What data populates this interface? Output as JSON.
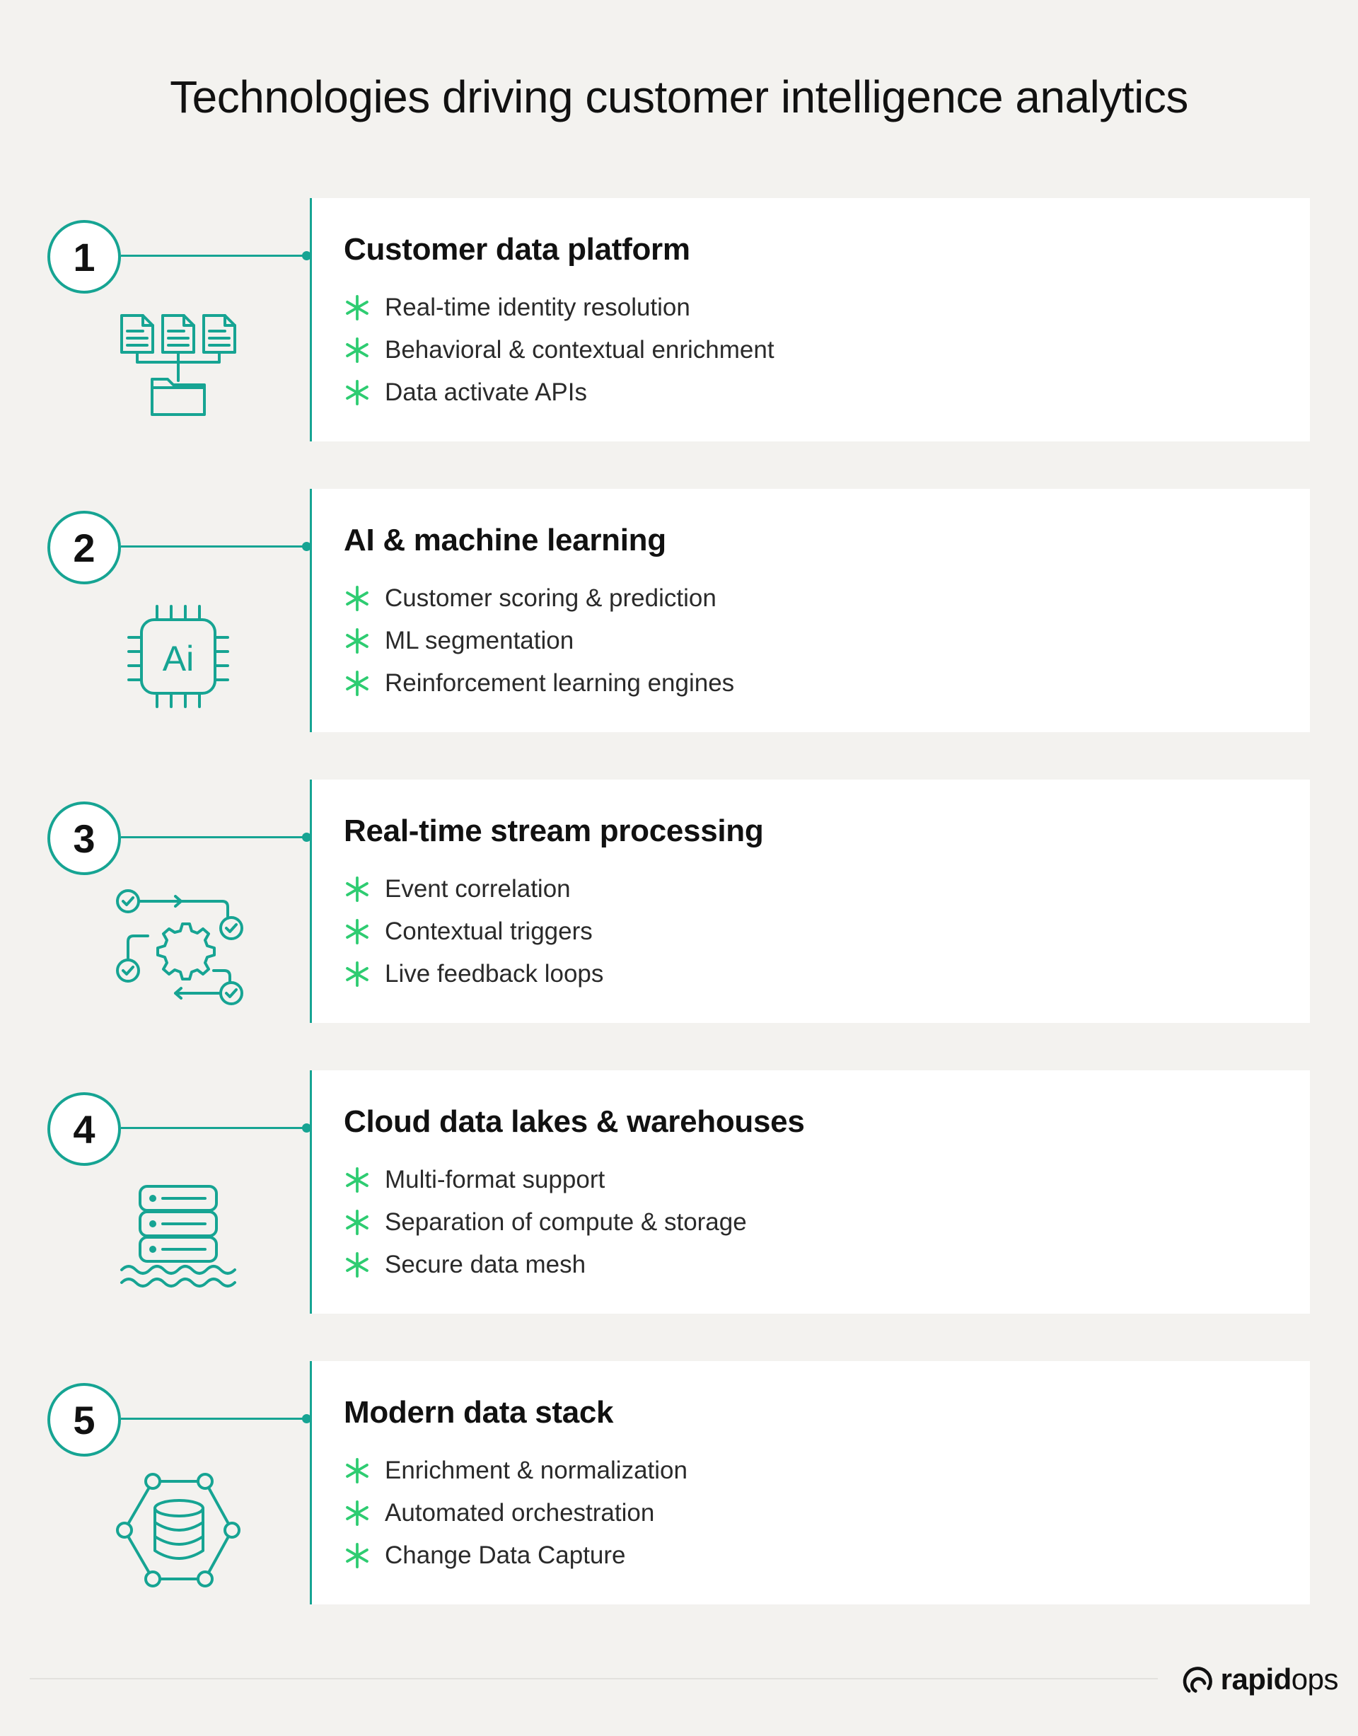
{
  "title": "Technologies driving customer intelligence analytics",
  "accent_color": "#16a493",
  "bullet_color": "#2ecc71",
  "rows": [
    {
      "number": "1",
      "icon": "document-folder-icon",
      "title": "Customer data platform",
      "bullets": [
        "Real-time identity resolution",
        "Behavioral & contextual enrichment",
        "Data activate APIs"
      ]
    },
    {
      "number": "2",
      "icon": "ai-chip-icon",
      "icon_label": "Ai",
      "title": "AI & machine learning",
      "bullets": [
        "Customer scoring & prediction",
        "ML segmentation",
        "Reinforcement learning engines"
      ]
    },
    {
      "number": "3",
      "icon": "gear-workflow-icon",
      "title": "Real-time stream processing",
      "bullets": [
        "Event correlation",
        "Contextual triggers",
        "Live feedback loops"
      ]
    },
    {
      "number": "4",
      "icon": "data-lake-icon",
      "title": "Cloud data lakes & warehouses",
      "bullets": [
        "Multi-format support",
        "Separation of compute & storage",
        "Secure data mesh"
      ]
    },
    {
      "number": "5",
      "icon": "database-network-icon",
      "title": "Modern data stack",
      "bullets": [
        "Enrichment & normalization",
        "Automated orchestration",
        "Change Data Capture"
      ]
    }
  ],
  "footer": {
    "logo_icon": "rapidops-logo-icon",
    "brand_part1": "rapid",
    "brand_part2": "ops"
  }
}
